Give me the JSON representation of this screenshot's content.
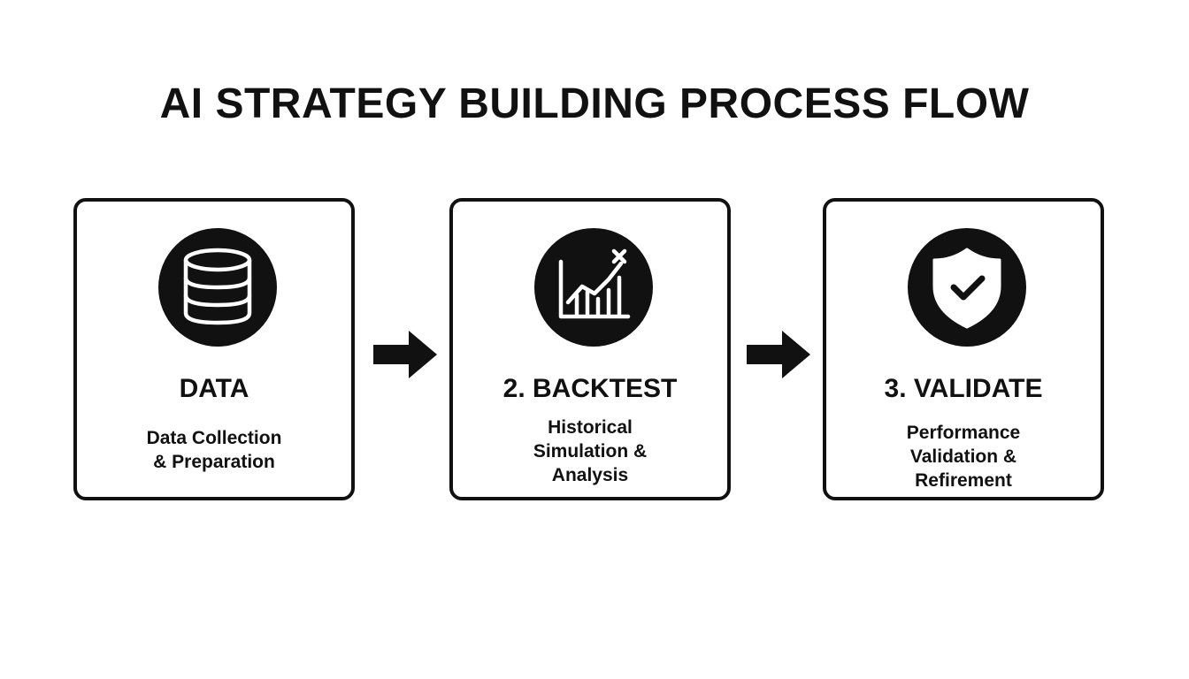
{
  "title": "AI STRATEGY BUILDING PROCESS FLOW",
  "colors": {
    "foreground": "#111111",
    "background": "#ffffff"
  },
  "steps": [
    {
      "title": "DATA",
      "description_lines": [
        "Data Collection",
        "& Preparation"
      ],
      "icon": "database-icon"
    },
    {
      "title": "2. BACKTEST",
      "description_lines": [
        "Historical",
        "Simulation &",
        "Analysis"
      ],
      "icon": "chart-growth-icon"
    },
    {
      "title": "3. VALIDATE",
      "description_lines": [
        "Performance",
        "Validation &",
        "Refirement"
      ],
      "icon": "shield-check-icon"
    }
  ],
  "connectors": [
    "arrow-right-icon",
    "arrow-right-icon"
  ]
}
